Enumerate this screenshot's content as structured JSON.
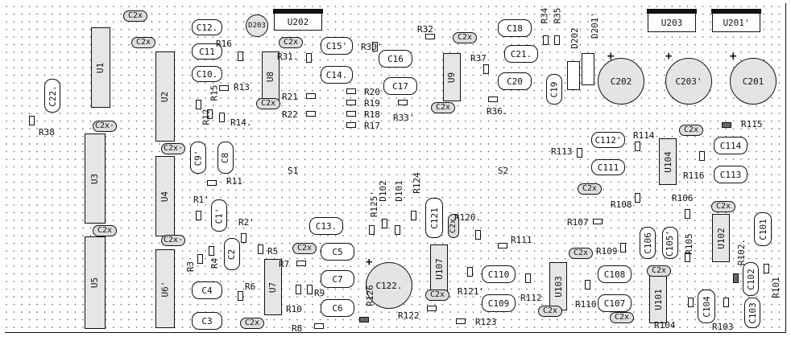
{
  "labels": {
    "U1": "U1",
    "U2": "U2",
    "U3": "U3",
    "U4": "U4",
    "U5": "U5",
    "U6": "U6'",
    "U7": "U7",
    "U8": "U8",
    "U9": "U9",
    "U202": "U202",
    "U203": "U203",
    "U201": "U201'",
    "U101": "U101",
    "U102": "U102",
    "U103": "U103",
    "U104": "U104",
    "U107": "U107",
    "D203": "D203",
    "D202": "D202",
    "D201": "D201'",
    "D102": "D102",
    "D101": "D101",
    "S1": "S1",
    "S2": "S2",
    "C2x": "C2x",
    "C2x_dot": "C2x·",
    "C1": "C1'",
    "C2": "C2",
    "C4": "C4",
    "C3": "C3",
    "C5": "C5",
    "C6": "C6",
    "C7": "C7",
    "C8": "C8",
    "C9": "C9'",
    "C10": "C10.",
    "C11": "C11",
    "C12": "C12.",
    "C13": "C13.",
    "C14": "C14.",
    "C15": "C15'",
    "C16": "C16",
    "C17": "C17",
    "C18": "C18",
    "C19": "C19",
    "C20": "C20",
    "C21": "C21.",
    "C22": "C22.",
    "C101": "C101",
    "C102": "C102",
    "C103": "C103",
    "C104": "C104",
    "C105": "C105'",
    "C106": "C106",
    "C107": "C107",
    "C108": "C108",
    "C109": "C109",
    "C110": "C110",
    "C111": "C111",
    "C112": "C112'",
    "C113": "C113",
    "C114": "C114",
    "C121": "C121",
    "C122": "C122.",
    "C201": "C201",
    "C202": "C202",
    "C203": "C203'",
    "R1": "R1'",
    "R2": "R2'",
    "R3": "R3",
    "R4": "R4",
    "R5": "R5",
    "R6": "R6",
    "R7": "R7",
    "R8": "R8",
    "R9": "R9",
    "R10": "R10",
    "R11": "R11",
    "R12": "R12",
    "R13": "R13",
    "R14": "R14.",
    "R15": "R15",
    "R16": "R16",
    "R17": "R17",
    "R18": "R18",
    "R19": "R19",
    "R20": "R20",
    "R21": "R21",
    "R22": "R22",
    "R30": "R30'",
    "R31": "R31.",
    "R32": "R32",
    "R33": "R33'",
    "R34": "R34",
    "R35": "R35",
    "R36": "R36.",
    "R37": "R37",
    "R38": "R38",
    "R101": "R101",
    "R102": "R102.",
    "R103": "R103",
    "R104": "R104",
    "R105": "R105",
    "R106": "R106",
    "R107": "R107",
    "R108": "R108",
    "R109": "R109",
    "R110": "R110",
    "R111": "R111",
    "R112": "R112",
    "R113": "R113",
    "R114": "R114",
    "R115": "R115",
    "R116": "R116",
    "R120": "R120.",
    "R121": "R121'",
    "R122": "R122",
    "R123": "R123",
    "R124": "R124",
    "R125": "R125'",
    "R126": "R126",
    "plus": "+"
  }
}
